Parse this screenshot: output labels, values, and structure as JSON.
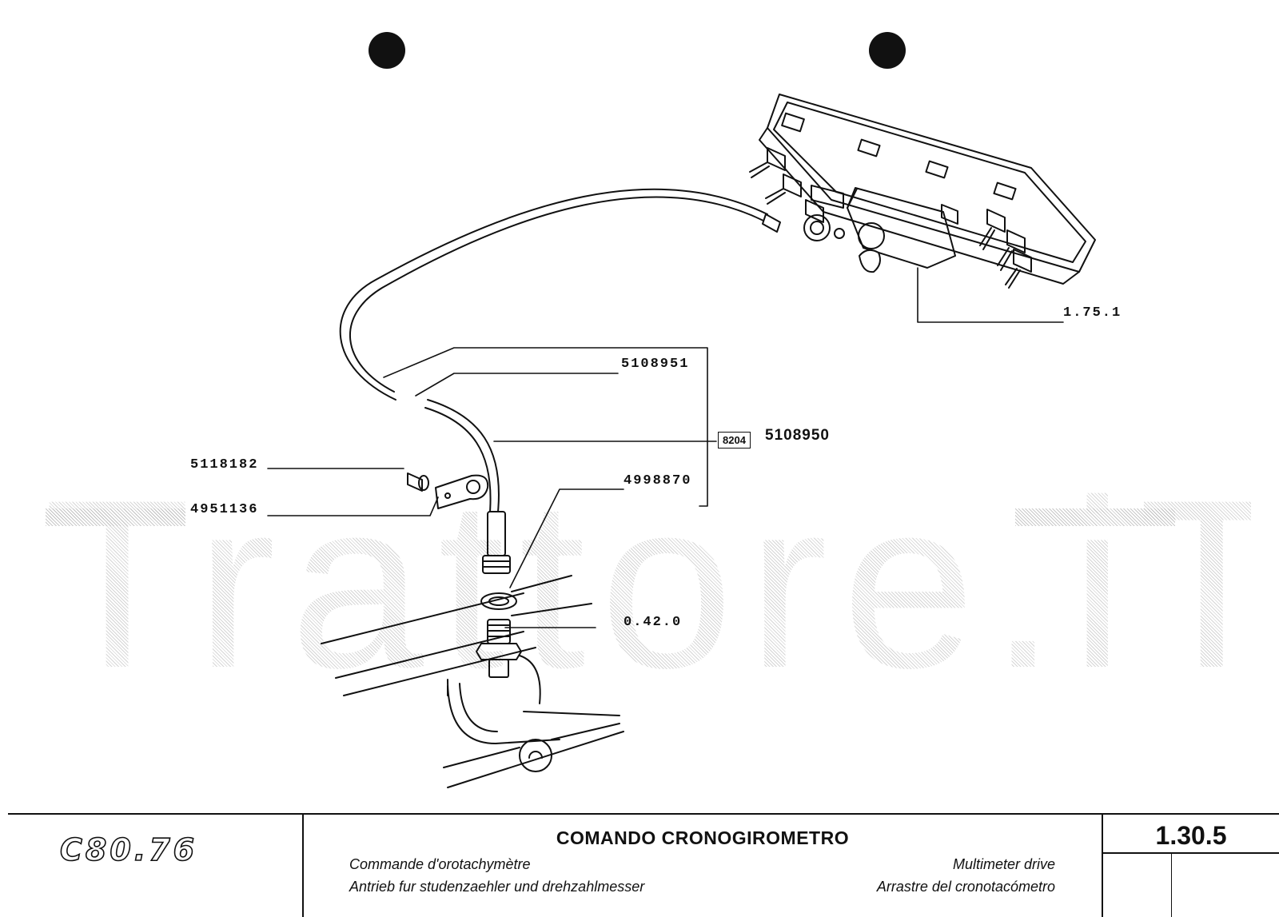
{
  "callouts": {
    "p1751": "1.75.1",
    "p5108951": "5108951",
    "p5108950": "5108950",
    "p8204": "8204",
    "p5118182": "5118182",
    "p4951136": "4951136",
    "p4998870": "4998870",
    "p0420": "0.42.0"
  },
  "watermark": "Trattore.iT",
  "titleblock": {
    "model": "C80.76",
    "title": "COMANDO CRONOGIROMETRO",
    "fr": "Commande d'orotachymètre",
    "de": "Antrieb fur studenzaehler und drehzahlmesser",
    "en": "Multimeter drive",
    "es": "Arrastre del cronotacómetro",
    "ref": "1.30.5"
  }
}
